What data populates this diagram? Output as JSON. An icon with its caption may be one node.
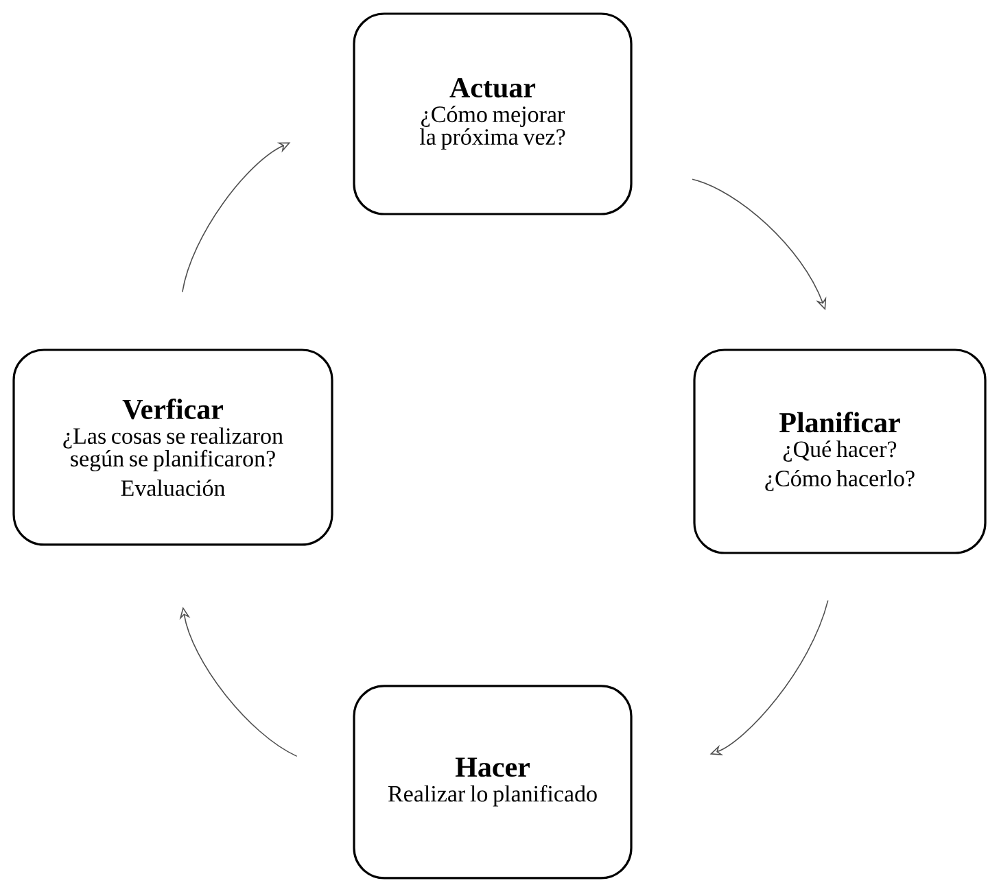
{
  "diagram": {
    "nodes": [
      {
        "text": [
          "Actuar",
          "¿Cómo mejorar la próxima vez?"
        ]
      },
      {
        "text": [
          "Planificar",
          "¿Qué hacer?",
          "¿Cómo hacerlo?"
        ]
      },
      {
        "text": [
          "Hacer",
          "Realizar lo planificado"
        ]
      },
      {
        "text": [
          "Verficar",
          "¿Las cosas se realizaron según se planificaron?",
          "Evaluación"
        ]
      }
    ],
    "edges": [
      {
        "from": 0,
        "to": 1,
        "arrow": "to"
      },
      {
        "from": 1,
        "to": 2,
        "arrow": "to"
      },
      {
        "from": 2,
        "to": 3,
        "arrow": "to"
      },
      {
        "from": 3,
        "to": 0,
        "arrow": "to"
      }
    ]
  }
}
